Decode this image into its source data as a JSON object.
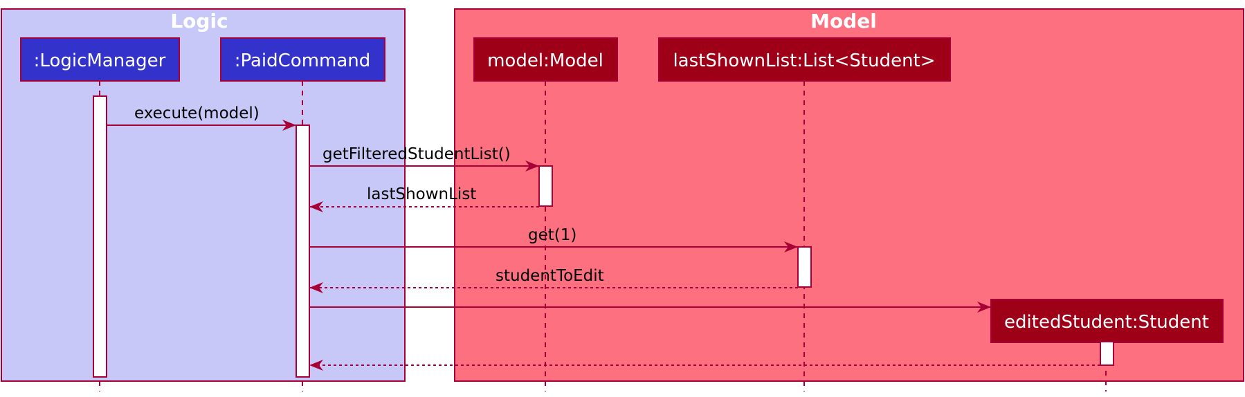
{
  "colors": {
    "logic_bg": "#c8c8f8",
    "model_bg": "#fc7080",
    "border": "#a80036",
    "logic_participant": "#3333cc",
    "model_participant": "#9d0017",
    "activation": "#ffffff"
  },
  "boxes": {
    "logic": {
      "title": "Logic"
    },
    "model": {
      "title": "Model"
    }
  },
  "participants": [
    {
      "id": "logic-manager",
      "label": ":LogicManager",
      "group": "logic"
    },
    {
      "id": "paid-command",
      "label": ":PaidCommand",
      "group": "logic"
    },
    {
      "id": "model",
      "label": "model:Model",
      "group": "model"
    },
    {
      "id": "last-shown-list",
      "label": "lastShownList:List<Student>",
      "group": "model"
    },
    {
      "id": "edited-student",
      "label": "editedStudent:Student",
      "group": "model",
      "created": true
    }
  ],
  "messages": [
    {
      "id": "execute",
      "label": "execute(model)",
      "from": "logic-manager",
      "to": "paid-command",
      "kind": "call"
    },
    {
      "id": "get-filtered",
      "label": "getFilteredStudentList()",
      "from": "paid-command",
      "to": "model",
      "kind": "call"
    },
    {
      "id": "last-shown-return",
      "label": "lastShownList",
      "from": "model",
      "to": "paid-command",
      "kind": "return"
    },
    {
      "id": "get-one",
      "label": "get(1)",
      "from": "paid-command",
      "to": "last-shown-list",
      "kind": "call"
    },
    {
      "id": "student-to-edit-return",
      "label": "studentToEdit",
      "from": "last-shown-list",
      "to": "paid-command",
      "kind": "return"
    },
    {
      "id": "create-edited",
      "label": "",
      "from": "paid-command",
      "to": "edited-student",
      "kind": "create"
    },
    {
      "id": "edited-return",
      "label": "",
      "from": "edited-student",
      "to": "paid-command",
      "kind": "return"
    }
  ]
}
